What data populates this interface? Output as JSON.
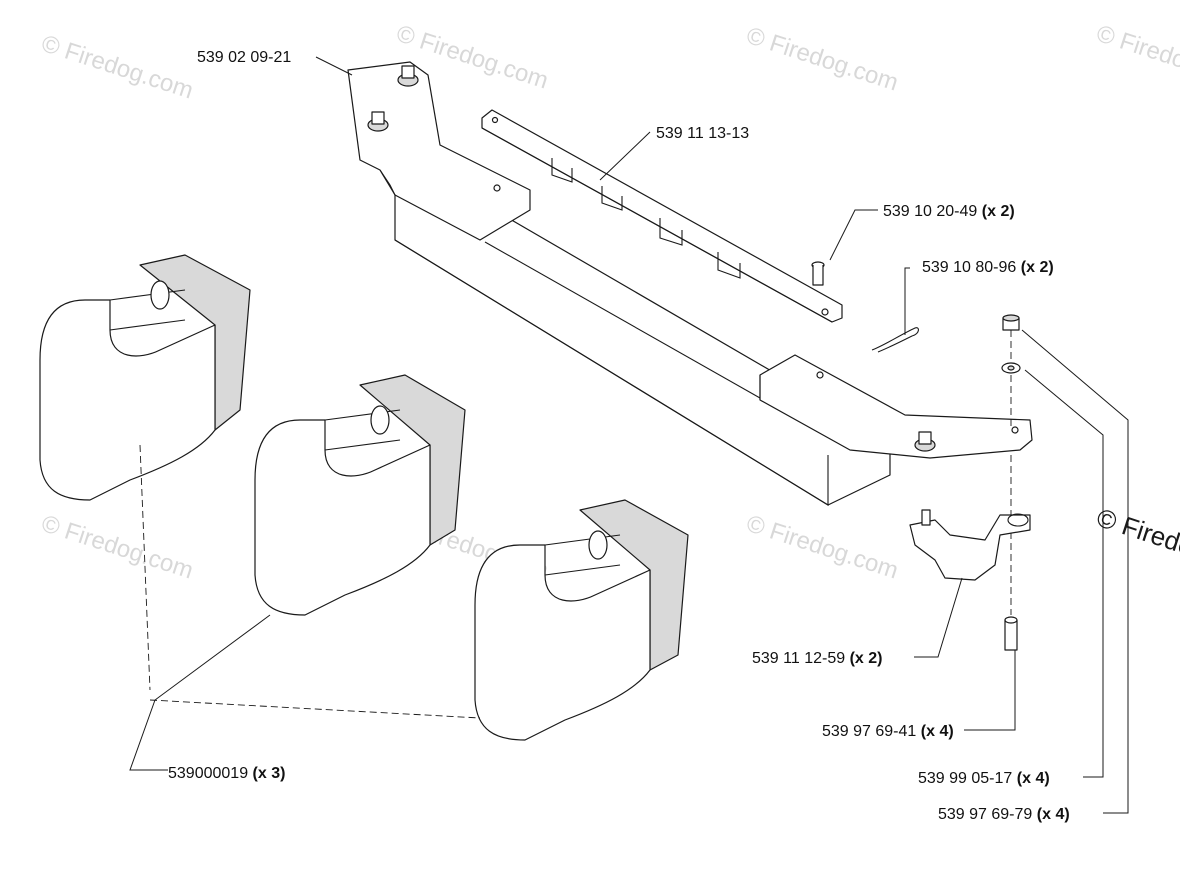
{
  "watermark": {
    "text": "© Firedog.com",
    "side_text": "© Firedo"
  },
  "parts": [
    {
      "number": "539 02 09-21",
      "qty": ""
    },
    {
      "number": "539 11 13-13",
      "qty": ""
    },
    {
      "number": "539 10 20-49",
      "qty": "(x 2)"
    },
    {
      "number": "539 10 80-96",
      "qty": "(x 2)"
    },
    {
      "number": "539 11 12-59",
      "qty": "(x 2)"
    },
    {
      "number": "539 97 69-41",
      "qty": "(x 4)"
    },
    {
      "number": "539 99 05-17",
      "qty": "(x 4)"
    },
    {
      "number": "539 97 69-79",
      "qty": "(x 4)"
    },
    {
      "number": "539000019",
      "qty": "(x 3)"
    }
  ]
}
